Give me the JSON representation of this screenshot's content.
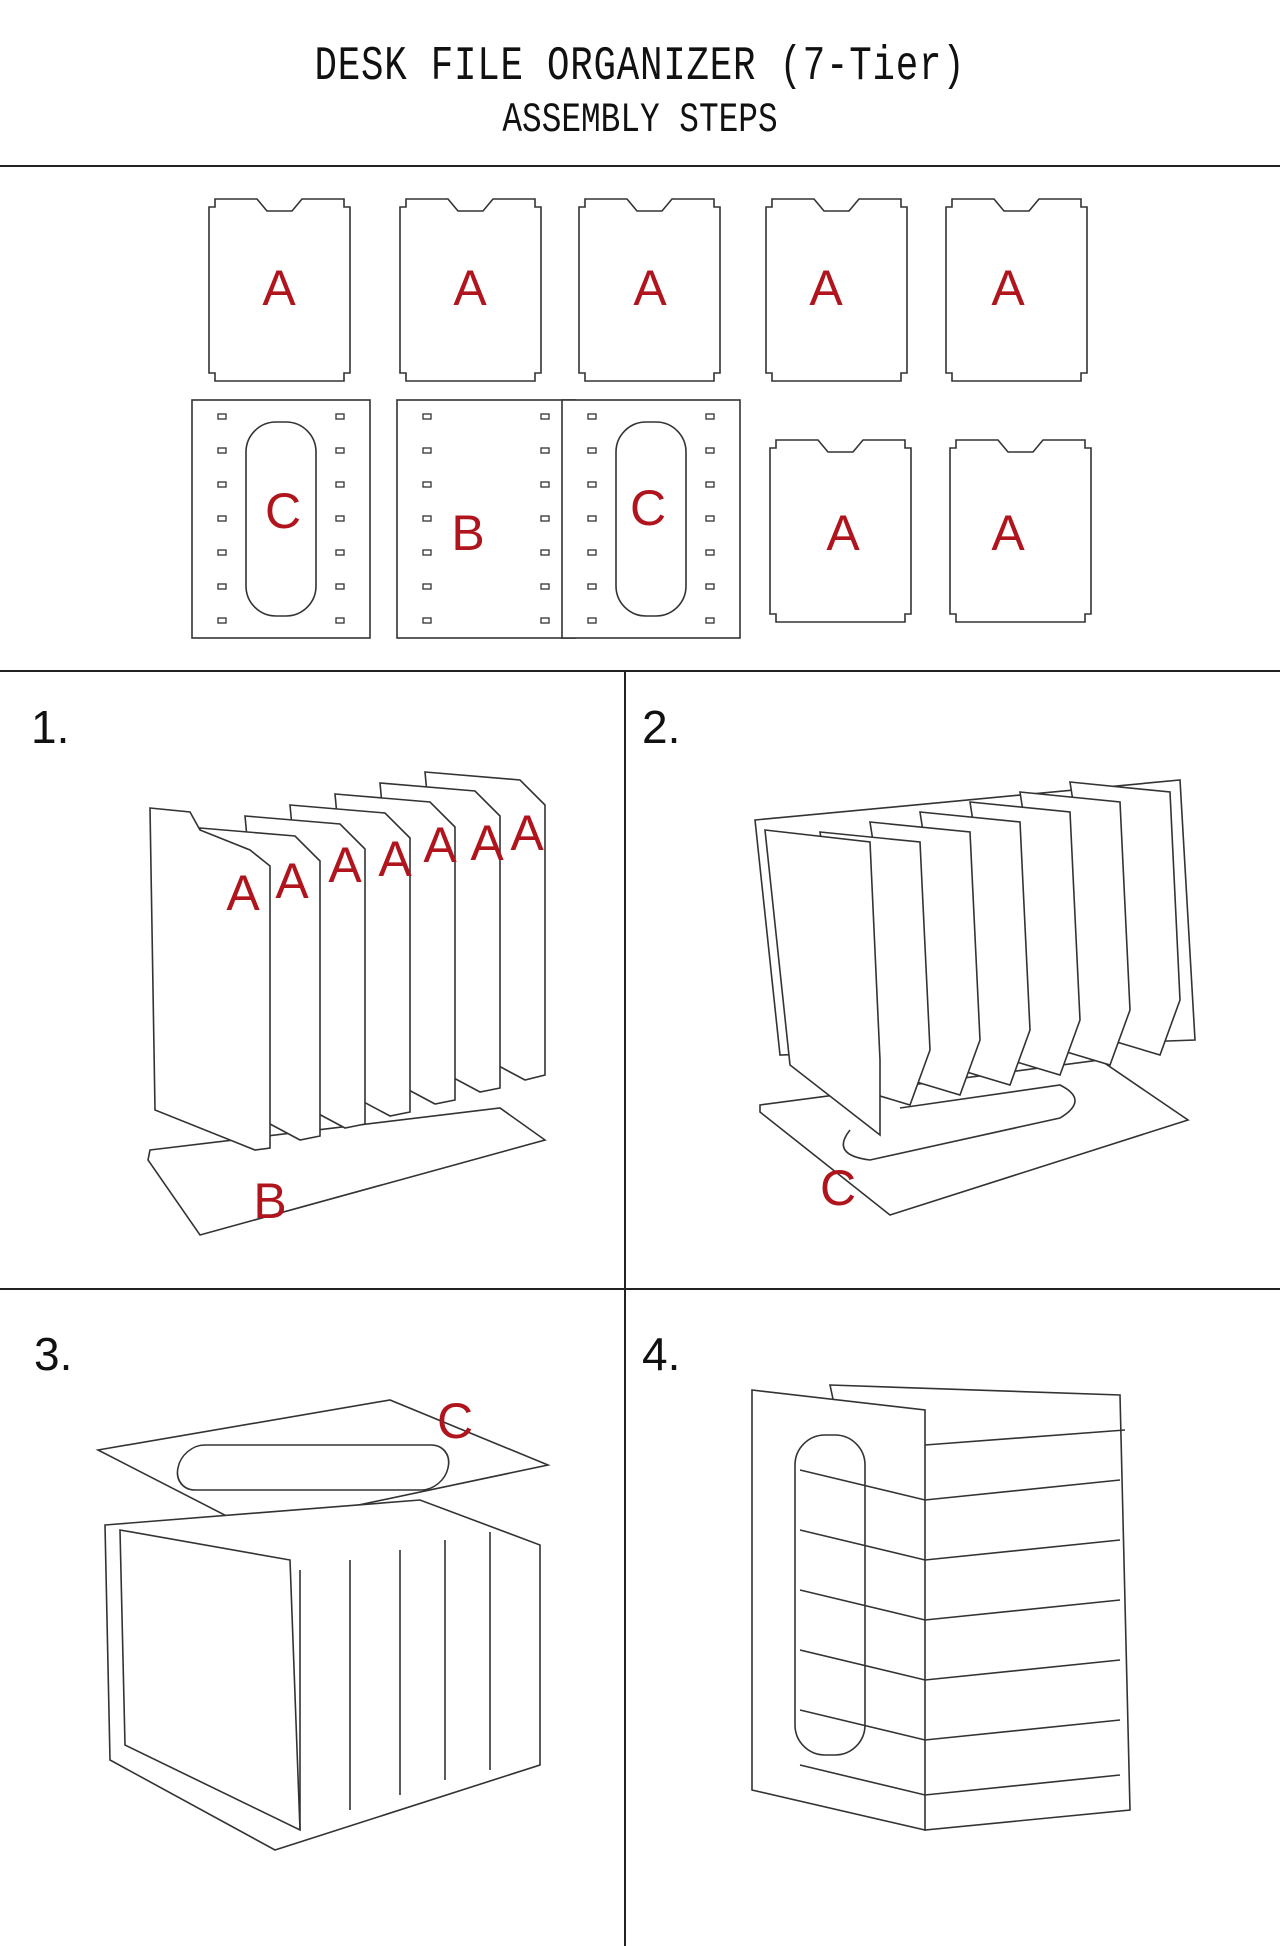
{
  "header": {
    "title": "DESK FILE ORGANIZER (7-Tier)",
    "subtitle": "ASSEMBLY STEPS"
  },
  "parts": {
    "row1": [
      "A",
      "A",
      "A",
      "A",
      "A"
    ],
    "row2": [
      "C",
      "B",
      "C",
      "A",
      "A"
    ]
  },
  "steps": [
    {
      "number": "1.",
      "labels": [
        "A",
        "A",
        "A",
        "A",
        "A",
        "A",
        "A",
        "B"
      ]
    },
    {
      "number": "2.",
      "labels": [
        "C"
      ]
    },
    {
      "number": "3.",
      "labels": [
        "C"
      ]
    },
    {
      "number": "4."
    }
  ],
  "colors": {
    "label": "#b0141c",
    "line": "#222222"
  }
}
